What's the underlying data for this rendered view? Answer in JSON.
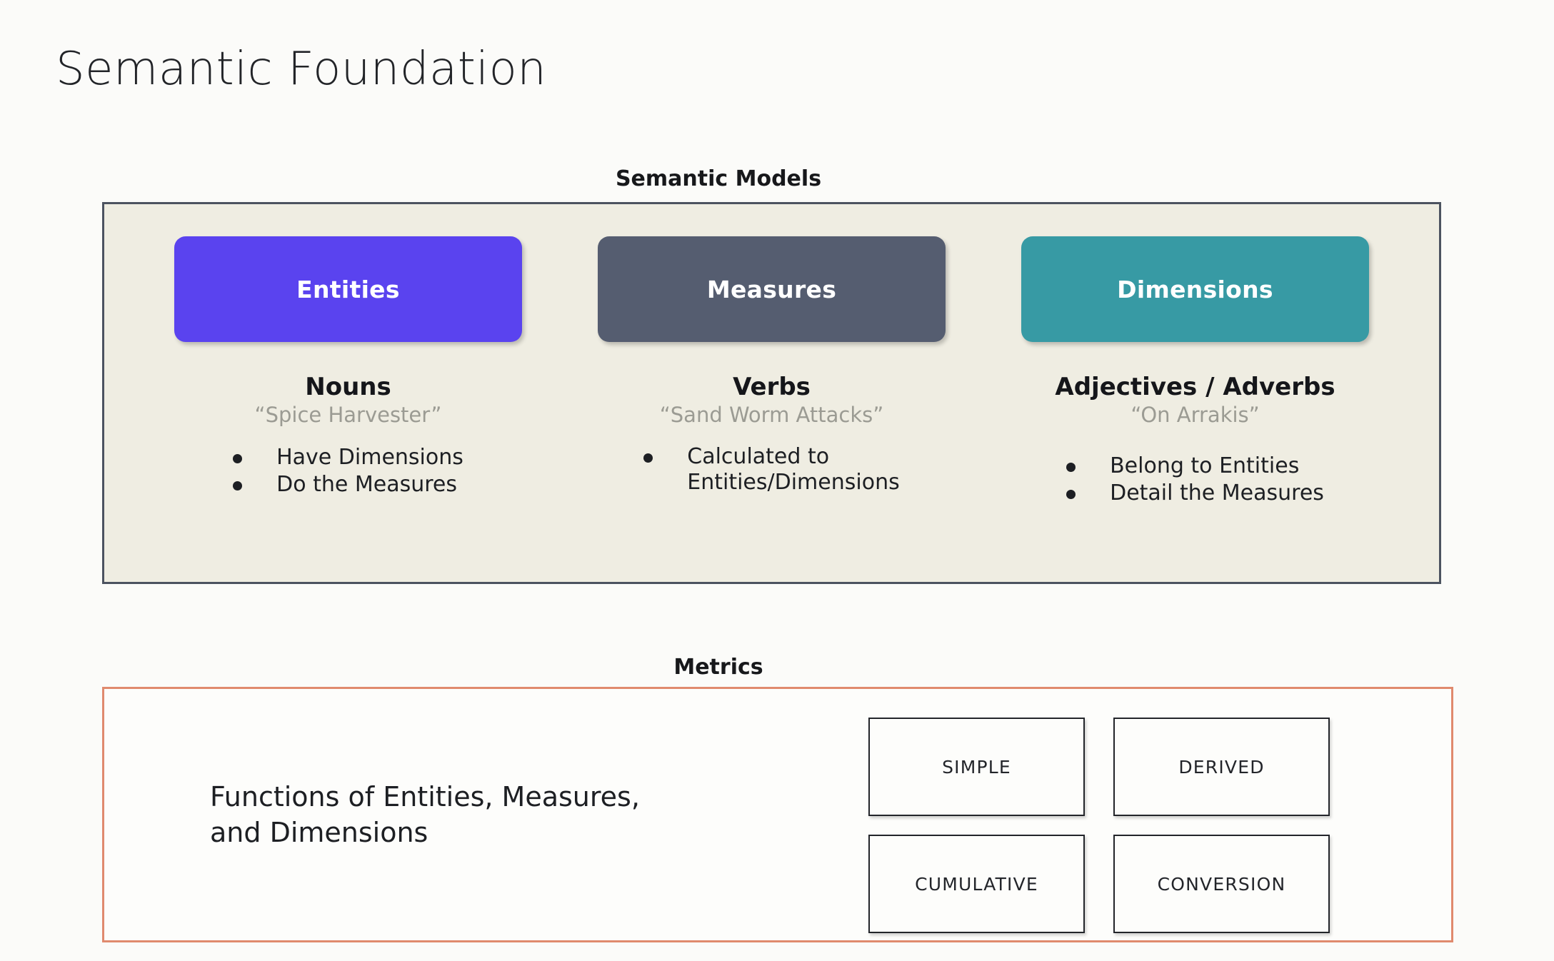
{
  "slide": {
    "title": "Semantic Foundation",
    "background_color": "#fbfbf9"
  },
  "semantic_models": {
    "label": "Semantic Models",
    "panel_background": "#efede2",
    "panel_border_color": "#4c5360",
    "columns": [
      {
        "chip_label": "Entities",
        "chip_color": "#5a43ef",
        "part_of_speech": "Nouns",
        "example": "“Spice Harvester”",
        "bullets": [
          "Have Dimensions",
          "Do the Measures"
        ]
      },
      {
        "chip_label": "Measures",
        "chip_color": "#555d70",
        "part_of_speech": "Verbs",
        "example": "“Sand Worm Attacks”",
        "bullets": [
          "Calculated to\nEntities/Dimensions"
        ]
      },
      {
        "chip_label": "Dimensions",
        "chip_color": "#379aa4",
        "part_of_speech": "Adjectives / Adverbs",
        "example": "“On Arrakis”",
        "bullets": [
          "Belong to Entities",
          "Detail the Measures"
        ]
      }
    ]
  },
  "metrics": {
    "label": "Metrics",
    "panel_border_color": "#e08a6e",
    "description": "Functions of Entities, Measures,\nand Dimensions",
    "types": [
      "SIMPLE",
      "DERIVED",
      "CUMULATIVE",
      "CONVERSION"
    ]
  }
}
